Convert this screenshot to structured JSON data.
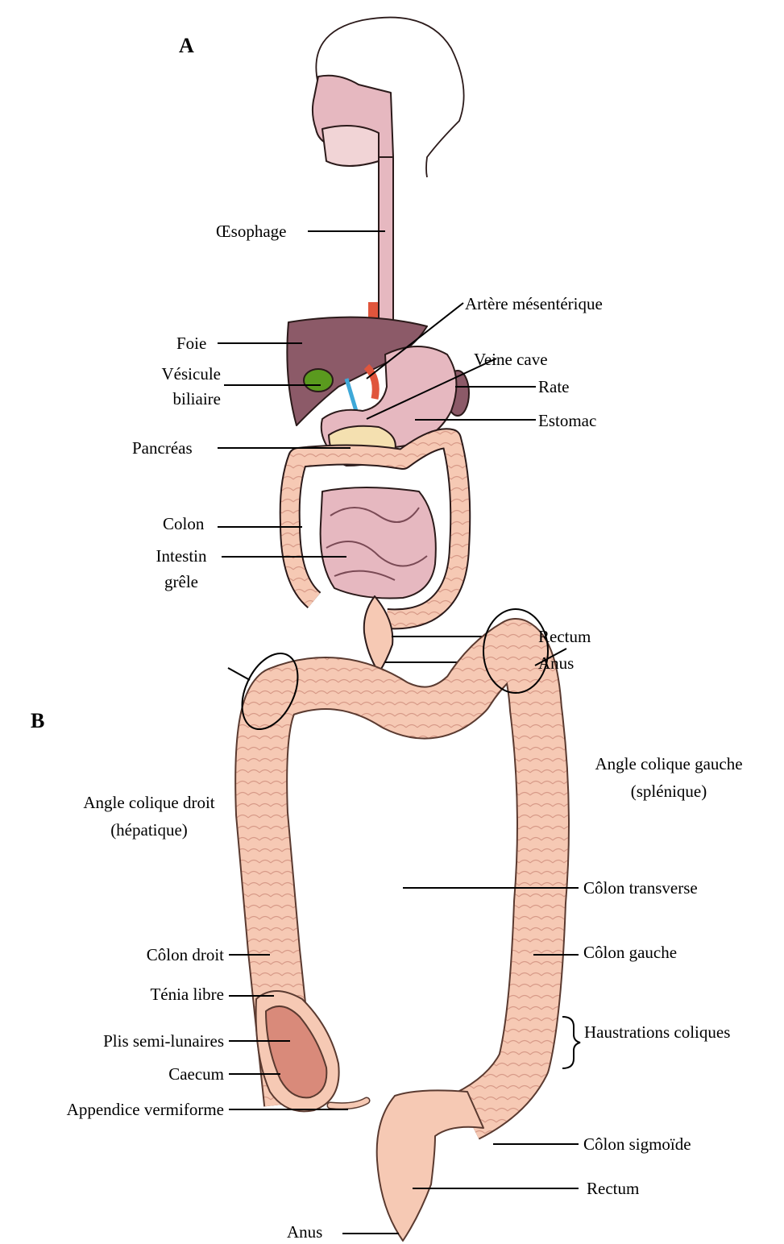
{
  "panels": {
    "a": "A",
    "b": "B"
  },
  "panel_a": {
    "oesophage": "Œsophage",
    "artere": "Artère mésentérique",
    "foie": "Foie",
    "veine": "Veine cave",
    "vesicule_1": "Vésicule",
    "vesicule_2": "biliaire",
    "rate": "Rate",
    "estomac": "Estomac",
    "pancreas": "Pancréas",
    "colon": "Colon",
    "intestin_1": "Intestin",
    "intestin_2": "grêle",
    "rectum": "Rectum",
    "anus": "Anus"
  },
  "panel_b": {
    "angle_gauche_1": "Angle colique gauche",
    "angle_gauche_2": "(splénique)",
    "angle_droit_1": "Angle colique droit",
    "angle_droit_2": "(hépatique)",
    "colon_transverse": "Côlon transverse",
    "colon_droit": "Côlon droit",
    "colon_gauche": "Côlon gauche",
    "tenia": "Ténia libre",
    "haustrations": "Haustrations coliques",
    "plis": "Plis semi-lunaires",
    "caecum": "Caecum",
    "appendice": "Appendice vermiforme",
    "colon_sigmoide": "Côlon sigmoïde",
    "rectum": "Rectum",
    "anus": "Anus"
  },
  "colors": {
    "organ_pink": "#e6b8c0",
    "colon_peach": "#f6c9b4",
    "liver": "#8c5a68",
    "gallbladder": "#5a9a1e",
    "pancreas": "#f4e0b0",
    "vein_blue": "#3ea8d8",
    "artery_red": "#e0553c",
    "caecum_inner": "#d98a7a"
  }
}
